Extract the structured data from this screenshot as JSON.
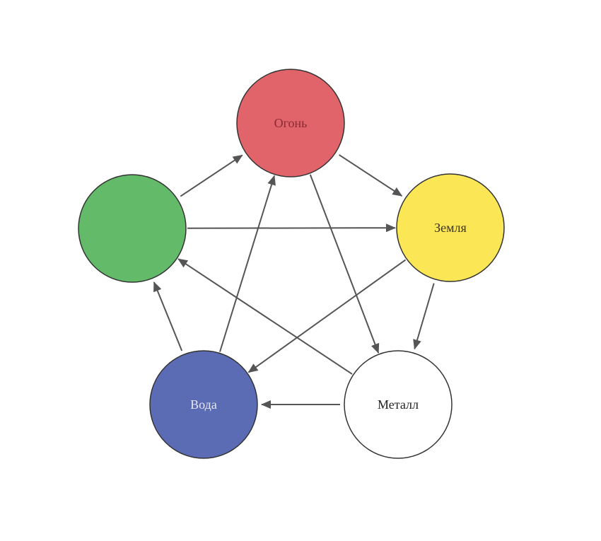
{
  "diagram": {
    "nodes": [
      {
        "id": "fire",
        "label": "Огонь",
        "fill": "#e2646b",
        "text_color": "#8a2a30",
        "icon": "fire-element"
      },
      {
        "id": "earth",
        "label": "Земля",
        "fill": "#fbe655",
        "text_color": "#3a3520",
        "icon": "earth-element"
      },
      {
        "id": "metal",
        "label": "Металл",
        "fill": "#ffffff",
        "text_color": "#222222",
        "icon": "metal-element"
      },
      {
        "id": "water",
        "label": "Вода",
        "fill": "#5b6cb5",
        "text_color": "#e6e9f5",
        "icon": "water-element"
      },
      {
        "id": "wood",
        "label": "",
        "fill": "#63bb6a",
        "text_color": "#63bb6a",
        "icon": "wood-element"
      }
    ],
    "generating_cycle": [
      {
        "from": "fire",
        "to": "earth"
      },
      {
        "from": "earth",
        "to": "metal"
      },
      {
        "from": "metal",
        "to": "water"
      },
      {
        "from": "water",
        "to": "wood"
      },
      {
        "from": "wood",
        "to": "fire"
      }
    ],
    "controlling_cycle": [
      {
        "from": "fire",
        "to": "metal"
      },
      {
        "from": "metal",
        "to": "wood"
      },
      {
        "from": "wood",
        "to": "earth"
      },
      {
        "from": "earth",
        "to": "water"
      },
      {
        "from": "water",
        "to": "fire"
      }
    ],
    "colors": {
      "circle_stroke": "#333333",
      "arrow": "#555555"
    }
  }
}
